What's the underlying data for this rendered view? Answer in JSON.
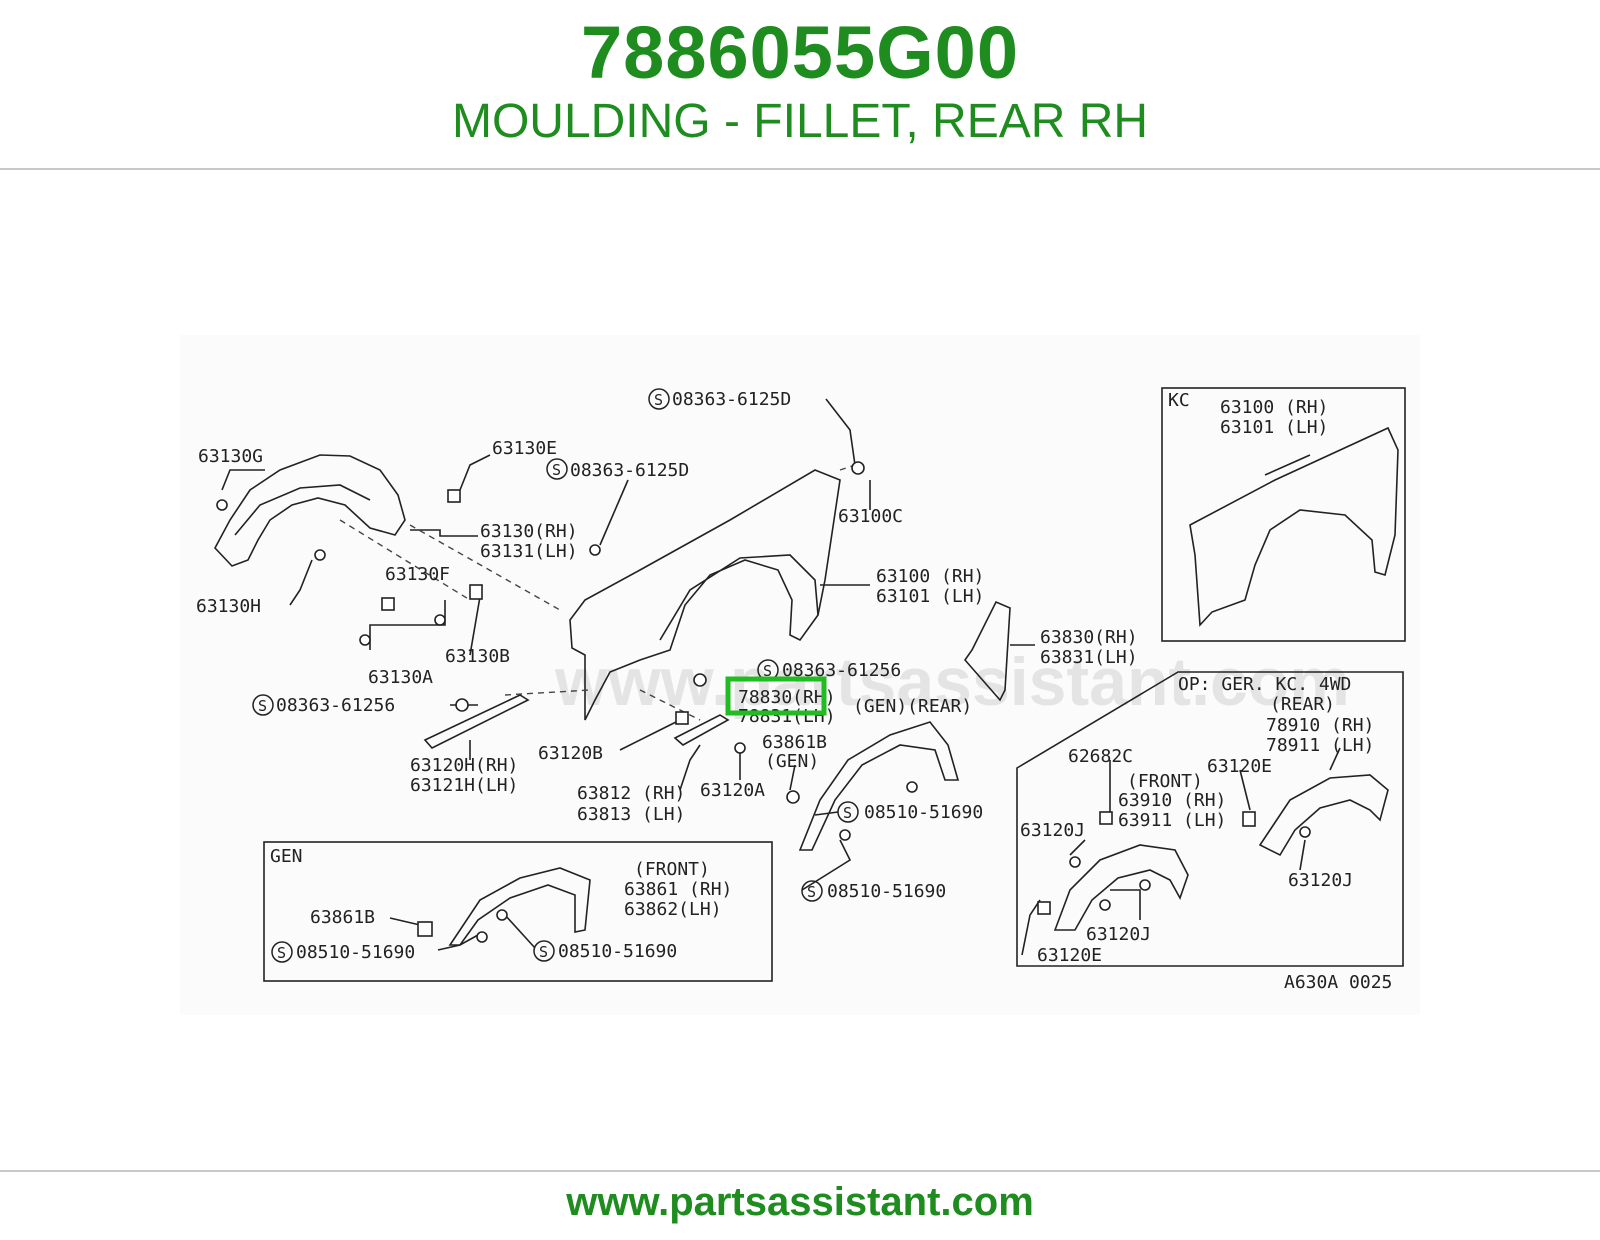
{
  "header": {
    "part_number": "7886055G00",
    "description": "MOULDING - FILLET, REAR RH"
  },
  "footer": {
    "url": "www.partsassistant.com"
  },
  "watermark": "www.partsassistant.com",
  "colors": {
    "accent": "#1e8c1e",
    "highlight": "#22bb22",
    "divider": "#c8c8c8"
  },
  "diagram": {
    "code": "A630A 0025",
    "labels": {
      "l_08363_6125d_top": "08363-6125D",
      "l_08363_6125d_mid": "08363-6125D",
      "l_63130g": "63130G",
      "l_63130e": "63130E",
      "l_63130rh": "63130(RH)",
      "l_63131lh": "63131(LH)",
      "l_63130h": "63130H",
      "l_63130f": "63130F",
      "l_63130b": "63130B",
      "l_63130a": "63130A",
      "l_63100c": "63100C",
      "l_63100rh": "63100 (RH)",
      "l_63101lh": "63101 (LH)",
      "l_63830rh": "63830(RH)",
      "l_63831lh": "63831(LH)",
      "l_08363_61256_a": "08363-61256",
      "l_08363_61256_b": "08363-61256",
      "l_78830rh": "78830(RH)",
      "l_78831lh": "78831(LH)",
      "l_gen_rear": "(GEN)(REAR)",
      "l_63120h_rh": "63120H(RH)",
      "l_63121h_lh": "63121H(LH)",
      "l_63120b": "63120B",
      "l_63861b_main": "63861B",
      "l_gen_paren": "(GEN)",
      "l_63812rh": "63812 (RH)",
      "l_63813lh": "63813 (LH)",
      "l_63120a": "63120A",
      "l_08510_51690_a": "08510-51690",
      "l_08510_51690_b": "08510-51690",
      "kc_title": "KC",
      "kc_63100rh": "63100 (RH)",
      "kc_63101lh": "63101 (LH)",
      "op_title": "OP: GER. KC. 4WD",
      "op_rear": "(REAR)",
      "op_78910rh": "78910 (RH)",
      "op_78911lh": "78911 (LH)",
      "op_62682c": "62682C",
      "op_63120e_top": "63120E",
      "op_front": "(FRONT)",
      "op_63910rh": "63910 (RH)",
      "op_63911lh": "63911 (LH)",
      "op_63120j_left": "63120J",
      "op_63120j_right": "63120J",
      "op_63120j_bottom": "63120J",
      "op_63120e_bottom": "63120E",
      "gen_title": "GEN",
      "gen_front": "(FRONT)",
      "gen_63861rh": "63861 (RH)",
      "gen_63862lh": "63862(LH)",
      "gen_63861b": "63861B",
      "gen_08510_51690_left": "08510-51690",
      "gen_08510_51690_right": "08510-51690",
      "screw_mark": "S"
    }
  }
}
